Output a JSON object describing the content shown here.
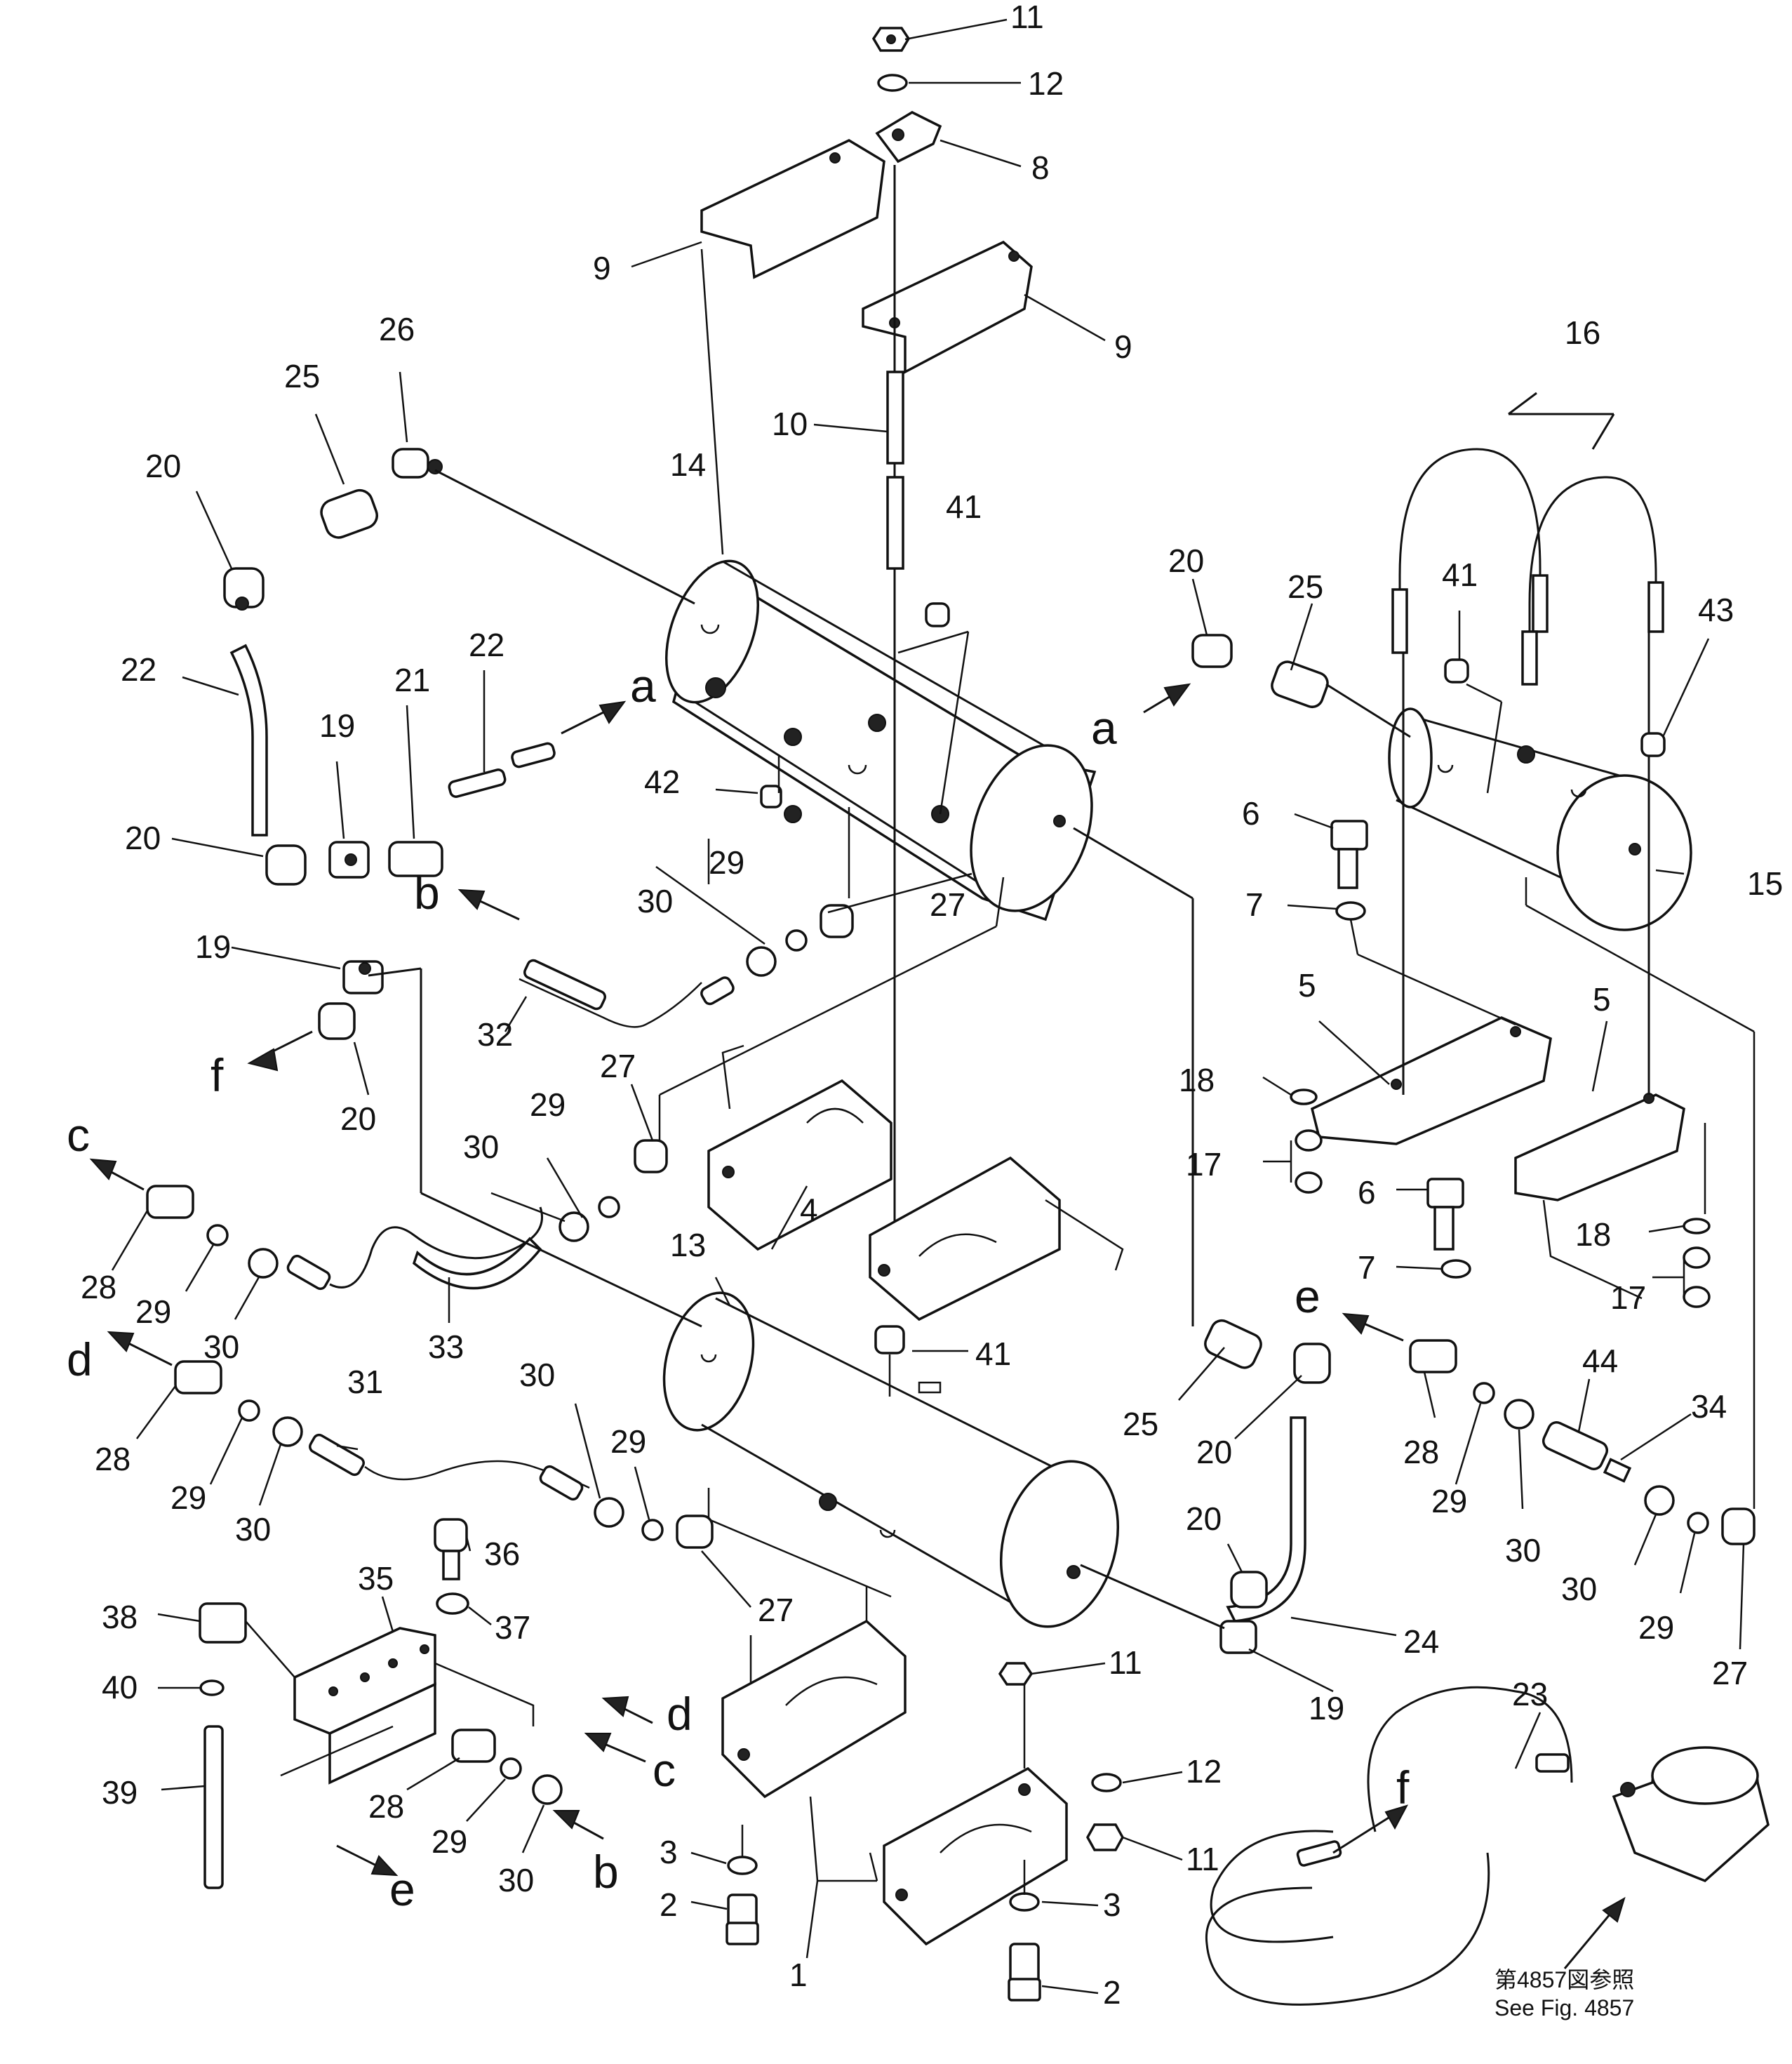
{
  "diagram": {
    "callouts": [
      {
        "id": "c11a",
        "text": "11"
      },
      {
        "id": "c12a",
        "text": "12"
      },
      {
        "id": "c8",
        "text": "8"
      },
      {
        "id": "c9a",
        "text": "9"
      },
      {
        "id": "c9b",
        "text": "9"
      },
      {
        "id": "c10",
        "text": "10"
      },
      {
        "id": "c26",
        "text": "26"
      },
      {
        "id": "c25a",
        "text": "25"
      },
      {
        "id": "c20a",
        "text": "20"
      },
      {
        "id": "c22a",
        "text": "22"
      },
      {
        "id": "c19a",
        "text": "19"
      },
      {
        "id": "c21",
        "text": "21"
      },
      {
        "id": "c22b",
        "text": "22"
      },
      {
        "id": "c20b",
        "text": "20"
      },
      {
        "id": "c19b",
        "text": "19"
      },
      {
        "id": "c20c",
        "text": "20"
      },
      {
        "id": "c14",
        "text": "14"
      },
      {
        "id": "c41a",
        "text": "41"
      },
      {
        "id": "c42",
        "text": "42"
      },
      {
        "id": "c29a",
        "text": "29"
      },
      {
        "id": "c30a",
        "text": "30"
      },
      {
        "id": "c27a",
        "text": "27"
      },
      {
        "id": "c32",
        "text": "32"
      },
      {
        "id": "c16",
        "text": "16"
      },
      {
        "id": "c20d",
        "text": "20"
      },
      {
        "id": "c25b",
        "text": "25"
      },
      {
        "id": "c41b",
        "text": "41"
      },
      {
        "id": "c43",
        "text": "43"
      },
      {
        "id": "c6a",
        "text": "6"
      },
      {
        "id": "c7a",
        "text": "7"
      },
      {
        "id": "c15",
        "text": "15"
      },
      {
        "id": "c5a",
        "text": "5"
      },
      {
        "id": "c5b",
        "text": "5"
      },
      {
        "id": "c18a",
        "text": "18"
      },
      {
        "id": "c17a",
        "text": "17"
      },
      {
        "id": "c6b",
        "text": "6"
      },
      {
        "id": "c7b",
        "text": "7"
      },
      {
        "id": "c18b",
        "text": "18"
      },
      {
        "id": "c17b",
        "text": "17"
      },
      {
        "id": "c27b",
        "text": "27"
      },
      {
        "id": "c29b",
        "text": "29"
      },
      {
        "id": "c30b",
        "text": "30"
      },
      {
        "id": "c4",
        "text": "4"
      },
      {
        "id": "c28a",
        "text": "28"
      },
      {
        "id": "c29c",
        "text": "29"
      },
      {
        "id": "c30c",
        "text": "30"
      },
      {
        "id": "c33",
        "text": "33"
      },
      {
        "id": "c13",
        "text": "13"
      },
      {
        "id": "c41c",
        "text": "41"
      },
      {
        "id": "c28b",
        "text": "28"
      },
      {
        "id": "c29d",
        "text": "29"
      },
      {
        "id": "c30d",
        "text": "30"
      },
      {
        "id": "c31",
        "text": "31"
      },
      {
        "id": "c30e",
        "text": "30"
      },
      {
        "id": "c29e",
        "text": "29"
      },
      {
        "id": "c27c",
        "text": "27"
      },
      {
        "id": "c25c",
        "text": "25"
      },
      {
        "id": "c20e",
        "text": "20"
      },
      {
        "id": "c28c",
        "text": "28"
      },
      {
        "id": "c44",
        "text": "44"
      },
      {
        "id": "c34",
        "text": "34"
      },
      {
        "id": "c29f",
        "text": "29"
      },
      {
        "id": "c30f",
        "text": "30"
      },
      {
        "id": "c30g",
        "text": "30"
      },
      {
        "id": "c29g",
        "text": "29"
      },
      {
        "id": "c27d",
        "text": "27"
      },
      {
        "id": "c20f",
        "text": "20"
      },
      {
        "id": "c24",
        "text": "24"
      },
      {
        "id": "c19c",
        "text": "19"
      },
      {
        "id": "c23",
        "text": "23"
      },
      {
        "id": "c35",
        "text": "35"
      },
      {
        "id": "c36",
        "text": "36"
      },
      {
        "id": "c37",
        "text": "37"
      },
      {
        "id": "c38",
        "text": "38"
      },
      {
        "id": "c40",
        "text": "40"
      },
      {
        "id": "c39",
        "text": "39"
      },
      {
        "id": "c28d",
        "text": "28"
      },
      {
        "id": "c29h",
        "text": "29"
      },
      {
        "id": "c30h",
        "text": "30"
      },
      {
        "id": "c11b",
        "text": "11"
      },
      {
        "id": "c12b",
        "text": "12"
      },
      {
        "id": "c11c",
        "text": "11"
      },
      {
        "id": "c3a",
        "text": "3"
      },
      {
        "id": "c2a",
        "text": "2"
      },
      {
        "id": "c1",
        "text": "1"
      },
      {
        "id": "c3b",
        "text": "3"
      },
      {
        "id": "c2b",
        "text": "2"
      }
    ],
    "letters": [
      {
        "id": "la1",
        "text": "a"
      },
      {
        "id": "la2",
        "text": "a"
      },
      {
        "id": "lb1",
        "text": "b"
      },
      {
        "id": "lb2",
        "text": "b"
      },
      {
        "id": "lc1",
        "text": "c"
      },
      {
        "id": "lc2",
        "text": "c"
      },
      {
        "id": "ld1",
        "text": "d"
      },
      {
        "id": "ld2",
        "text": "d"
      },
      {
        "id": "le1",
        "text": "e"
      },
      {
        "id": "le2",
        "text": "e"
      },
      {
        "id": "lf1",
        "text": "f"
      },
      {
        "id": "lf2",
        "text": "f"
      }
    ],
    "reference_note": {
      "line1": "第4857図参照",
      "line2": "See  Fig. 4857"
    }
  }
}
